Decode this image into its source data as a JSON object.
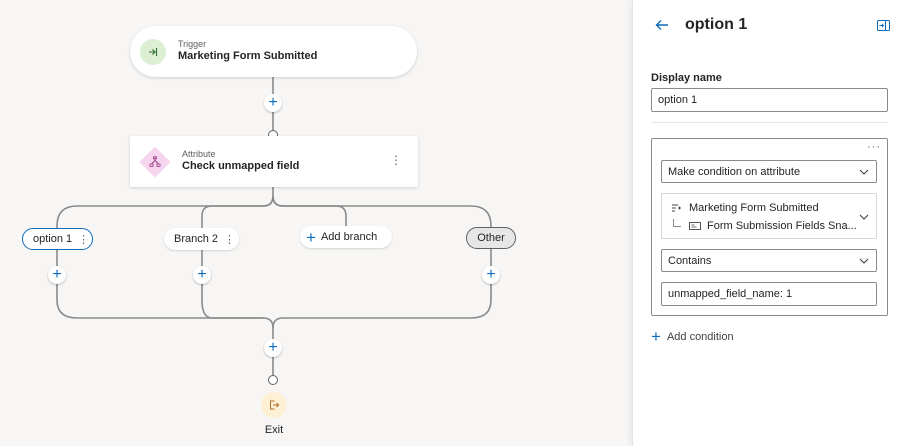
{
  "colors": {
    "accent": "#0f6cbd",
    "trigger_icon_bg": "#dcefd3",
    "attribute_icon_bg": "#f6d6ee",
    "exit_icon_bg": "#fdf0d5",
    "connector": "#8a8a8a"
  },
  "canvas": {
    "trigger": {
      "kind": "Trigger",
      "title": "Marketing Form Submitted",
      "icon": "trigger-enter-icon"
    },
    "attribute": {
      "kind": "Attribute",
      "title": "Check unmapped field",
      "icon": "attribute-branch-icon",
      "more": "⋮"
    },
    "branches": [
      {
        "label": "option 1",
        "more": "⋮",
        "selected": true
      },
      {
        "label": "Branch 2",
        "more": "⋮",
        "selected": false
      },
      {
        "label": "Add branch",
        "is_add": true
      },
      {
        "label": "Other",
        "selected": false
      }
    ],
    "exit": {
      "label": "Exit",
      "icon": "exit-icon"
    },
    "add_symbol": "+"
  },
  "panel": {
    "title": "option 1",
    "back_icon": "back-arrow-icon",
    "collapse_icon": "collapse-panel-icon",
    "display_name_label": "Display name",
    "display_name_value": "option 1",
    "condition": {
      "more": "···",
      "type_select": "Make condition on attribute",
      "source": "Marketing Form Submitted",
      "field": "Form Submission Fields Sna...",
      "operator_select": "Contains",
      "value": "unmapped_field_name: 1"
    },
    "add_condition_label": "Add condition"
  }
}
